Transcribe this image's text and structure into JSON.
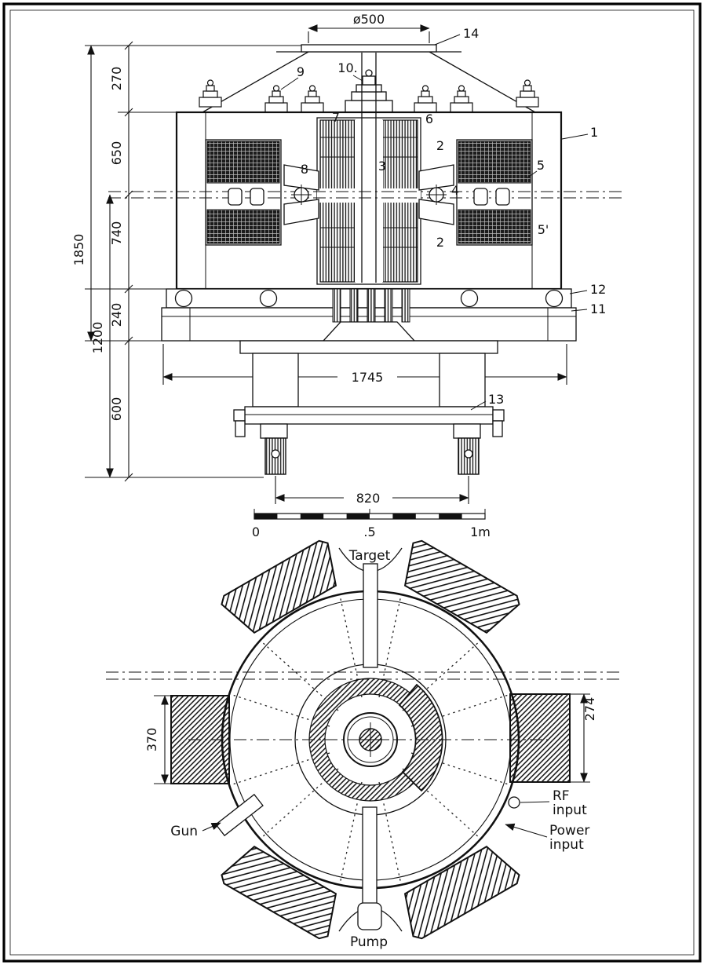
{
  "elevation": {
    "dim_dia500": "ø500",
    "dim_270": "270",
    "dim_650": "650",
    "dim_740": "740",
    "dim_1850": "1850",
    "dim_240": "240",
    "dim_1200": "1200",
    "dim_600": "600",
    "dim_1745": "1745",
    "dim_820": "820",
    "part_1": "1",
    "part_2_upper": "2",
    "part_2_lower": "2",
    "part_3": "3",
    "part_4": "4",
    "part_5": "5",
    "part_5_prime": "5'",
    "part_6": "6",
    "part_7": "7",
    "part_8": "8",
    "part_9": "9",
    "part_10": "10.",
    "part_11": "11",
    "part_12": "12",
    "part_13": "13",
    "part_14": "14"
  },
  "scale_bar": {
    "label_0": "0",
    "label_half": ".5",
    "label_1m": "1m"
  },
  "plan": {
    "label_target": "Target",
    "label_gun": "Gun",
    "label_pump": "Pump",
    "label_rf_1": "RF",
    "label_rf_2": "input",
    "label_power_1": "Power",
    "label_power_2": "input",
    "dim_370": "370",
    "dim_274": "274"
  },
  "colors": {
    "ink": "#111111",
    "paper": "#ffffff"
  }
}
